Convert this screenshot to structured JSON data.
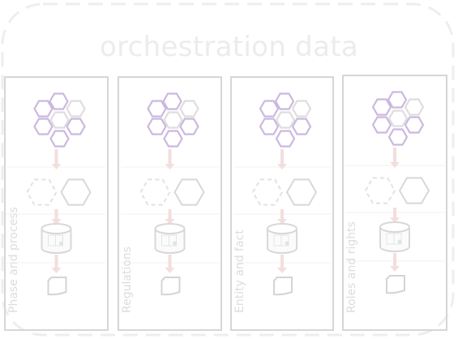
{
  "diagram": {
    "title": "orchestration data",
    "colors": {
      "frame_dash": "#eeeeee",
      "panel_border": "#d6d6d6",
      "hex_purple": "#cbb8e0",
      "hex_gray": "#dedede",
      "arrow": "#f3dede",
      "title": "#ececec",
      "label": "#dcdcdc"
    },
    "panels": [
      {
        "label": "Phase and process"
      },
      {
        "label": "Regulations"
      },
      {
        "label": "Entity and fact"
      },
      {
        "label": "Roles and rights"
      }
    ]
  }
}
